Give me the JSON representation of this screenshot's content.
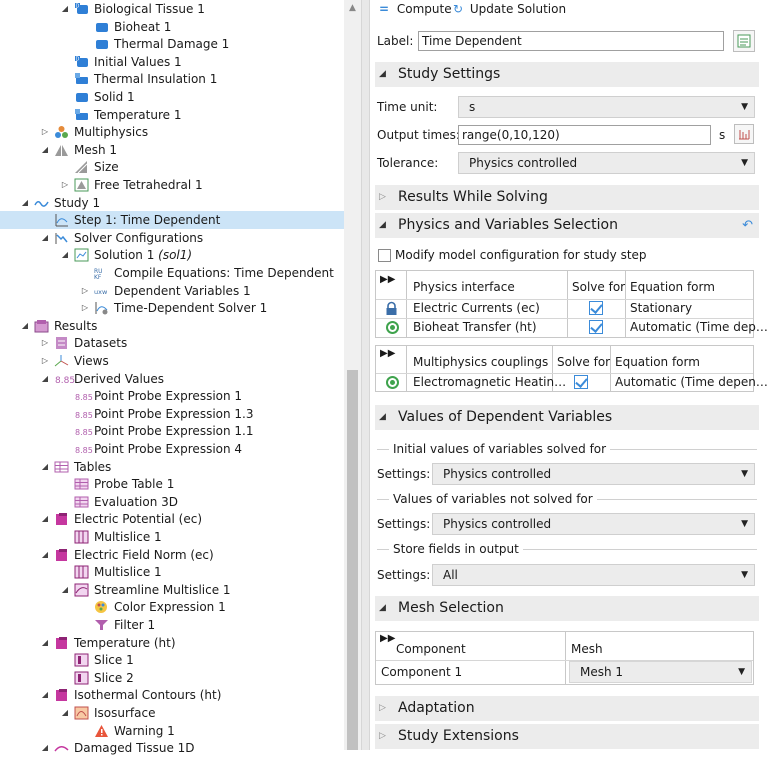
{
  "tree": [
    {
      "label": "Biological Tissue 1",
      "level": 4,
      "twisty": "open",
      "icon": "domain-blue-icon"
    },
    {
      "label": "Bioheat 1",
      "level": 5,
      "twisty": "",
      "icon": "feature-blue-icon"
    },
    {
      "label": "Thermal Damage 1",
      "level": 5,
      "twisty": "",
      "icon": "feature-blue-icon"
    },
    {
      "label": "Initial Values 1",
      "level": 4,
      "twisty": "",
      "icon": "domain-blue-icon"
    },
    {
      "label": "Thermal Insulation 1",
      "level": 4,
      "twisty": "",
      "icon": "boundary-icon"
    },
    {
      "label": "Solid 1",
      "level": 4,
      "twisty": "",
      "icon": "feature-blue-icon"
    },
    {
      "label": "Temperature 1",
      "level": 4,
      "twisty": "",
      "icon": "boundary-icon"
    },
    {
      "label": "Multiphysics",
      "level": 3,
      "twisty": "closed",
      "icon": "multiphysics-icon"
    },
    {
      "label": "Mesh 1",
      "level": 3,
      "twisty": "open",
      "icon": "mesh-icon"
    },
    {
      "label": "Size",
      "level": 4,
      "twisty": "",
      "icon": "size-icon"
    },
    {
      "label": "Free Tetrahedral 1",
      "level": 4,
      "twisty": "closed",
      "icon": "tetra-icon"
    },
    {
      "label": "Study 1",
      "level": 2,
      "twisty": "open",
      "icon": "study-icon"
    },
    {
      "label": "Step 1: Time Dependent",
      "level": 3,
      "twisty": "",
      "icon": "time-dependent-icon",
      "selected": true
    },
    {
      "label": "Solver Configurations",
      "level": 3,
      "twisty": "open",
      "icon": "solver-config-icon"
    },
    {
      "label": "Solution 1",
      "italic": "(sol1)",
      "level": 4,
      "twisty": "open",
      "icon": "solution-icon"
    },
    {
      "label": "Compile Equations: Time Dependent",
      "level": 5,
      "twisty": "",
      "icon": "compile-icon"
    },
    {
      "label": "Dependent Variables 1",
      "level": 5,
      "twisty": "closed",
      "icon": "dependent-vars-icon"
    },
    {
      "label": "Time-Dependent Solver 1",
      "level": 5,
      "twisty": "closed",
      "icon": "time-solver-icon"
    },
    {
      "label": "Results",
      "level": 2,
      "twisty": "open",
      "icon": "results-icon"
    },
    {
      "label": "Datasets",
      "level": 3,
      "twisty": "closed",
      "icon": "datasets-icon"
    },
    {
      "label": "Views",
      "level": 3,
      "twisty": "closed",
      "icon": "views-icon"
    },
    {
      "label": "Derived Values",
      "level": 3,
      "twisty": "open",
      "icon": "derived-values-icon"
    },
    {
      "label": "Point Probe Expression 1",
      "level": 4,
      "twisty": "",
      "icon": "probe-icon"
    },
    {
      "label": "Point Probe Expression 1.3",
      "level": 4,
      "twisty": "",
      "icon": "probe-icon"
    },
    {
      "label": "Point Probe Expression 1.1",
      "level": 4,
      "twisty": "",
      "icon": "probe-icon"
    },
    {
      "label": "Point Probe Expression 4",
      "level": 4,
      "twisty": "",
      "icon": "probe-icon"
    },
    {
      "label": "Tables",
      "level": 3,
      "twisty": "open",
      "icon": "tables-icon"
    },
    {
      "label": "Probe Table 1",
      "level": 4,
      "twisty": "",
      "icon": "table-icon"
    },
    {
      "label": "Evaluation 3D",
      "level": 4,
      "twisty": "",
      "icon": "table-icon"
    },
    {
      "label": "Electric Potential (ec)",
      "level": 3,
      "twisty": "open",
      "icon": "plot-group-icon"
    },
    {
      "label": "Multislice 1",
      "level": 4,
      "twisty": "",
      "icon": "multislice-icon"
    },
    {
      "label": "Electric Field Norm (ec)",
      "level": 3,
      "twisty": "open",
      "icon": "plot-group-icon"
    },
    {
      "label": "Multislice 1",
      "level": 4,
      "twisty": "",
      "icon": "multislice-icon"
    },
    {
      "label": "Streamline Multislice 1",
      "level": 4,
      "twisty": "open",
      "icon": "streamline-icon"
    },
    {
      "label": "Color Expression 1",
      "level": 5,
      "twisty": "",
      "icon": "color-expression-icon"
    },
    {
      "label": "Filter 1",
      "level": 5,
      "twisty": "",
      "icon": "filter-icon"
    },
    {
      "label": "Temperature (ht)",
      "level": 3,
      "twisty": "open",
      "icon": "plot-group-icon"
    },
    {
      "label": "Slice 1",
      "level": 4,
      "twisty": "",
      "icon": "slice-icon"
    },
    {
      "label": "Slice 2",
      "level": 4,
      "twisty": "",
      "icon": "slice-icon"
    },
    {
      "label": "Isothermal Contours (ht)",
      "level": 3,
      "twisty": "open",
      "icon": "plot-group-icon"
    },
    {
      "label": "Isosurface",
      "level": 4,
      "twisty": "open",
      "icon": "isosurface-icon"
    },
    {
      "label": "Warning 1",
      "level": 5,
      "twisty": "",
      "icon": "warning-icon"
    },
    {
      "label": "Damaged Tissue 1D",
      "level": 3,
      "twisty": "open",
      "icon": "plot-1d-icon"
    }
  ],
  "toolbar": {
    "compute": "Compute",
    "update": "Update Solution"
  },
  "label_field": {
    "label": "Label:",
    "value": "Time Dependent"
  },
  "sections": {
    "study_settings": "Study Settings",
    "results_while_solving": "Results While Solving",
    "physics_vars": "Physics and Variables Selection",
    "values_dep_vars": "Values of Dependent Variables",
    "mesh_selection": "Mesh Selection",
    "adaptation": "Adaptation",
    "study_extensions": "Study Extensions"
  },
  "study_settings": {
    "time_unit_label": "Time unit:",
    "time_unit": "s",
    "output_times_label": "Output times:",
    "output_times": "range(0,10,120)",
    "output_unit": "s",
    "tolerance_label": "Tolerance:",
    "tolerance": "Physics controlled"
  },
  "physics": {
    "modify_label": "Modify model configuration for study step",
    "interfaces_headers": [
      "Physics interface",
      "Solve for",
      "Equation form"
    ],
    "interfaces": [
      {
        "name": "Electric Currents (ec)",
        "form": "Stationary",
        "marker": "lock"
      },
      {
        "name": "Bioheat Transfer (ht)",
        "form": "Automatic (Time dep…",
        "marker": "active"
      }
    ],
    "couplings_headers": [
      "Multiphysics couplings",
      "Solve for",
      "Equation form"
    ],
    "couplings": [
      {
        "name": "Electromagnetic Heatin…",
        "form": "Automatic (Time depen…",
        "marker": "active"
      }
    ]
  },
  "dep_vars": {
    "initial_heading": "Initial values of variables solved for",
    "initial_settings_label": "Settings:",
    "initial_settings": "Physics controlled",
    "not_solved_heading": "Values of variables not solved for",
    "not_solved_settings_label": "Settings:",
    "not_solved_settings": "Physics controlled",
    "store_heading": "Store fields in output",
    "store_settings_label": "Settings:",
    "store_settings": "All"
  },
  "mesh": {
    "headers": [
      "Component",
      "Mesh"
    ],
    "row": {
      "component": "Component 1",
      "mesh": "Mesh 1"
    }
  },
  "colors": {
    "selection": "#cce4f7",
    "section_bg": "#ececec",
    "accent_blue": "#3b8bd9",
    "active_green": "#3fa34d"
  }
}
